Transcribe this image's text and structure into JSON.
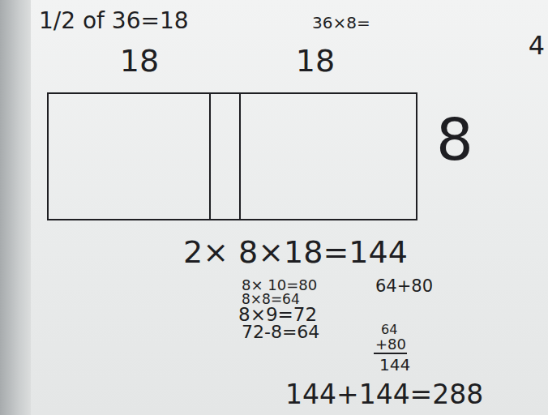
{
  "diagram": {
    "nodes": [
      {
        "text": [
          "8"
        ]
      },
      {
        "text": [
          "18"
        ],
        "in": 0
      },
      {
        "text": [
          "18"
        ],
        "in": 0
      }
    ],
    "labels": [
      "1/2 of 36=18",
      "36×8=",
      "4",
      "2× 8×18=144",
      "8× 10=80",
      "64+80",
      "8×8=64",
      "8×9=72",
      "72-8=64",
      "64",
      "+80",
      "144",
      "144+144=288"
    ]
  }
}
